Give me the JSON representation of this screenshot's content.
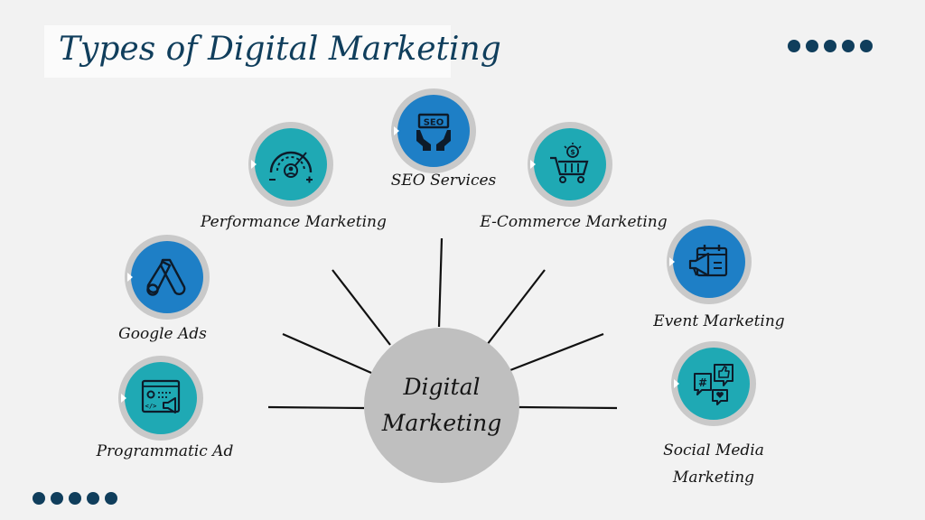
{
  "title": "Types of Digital Marketing",
  "hub": {
    "line1": "Digital",
    "line2": "Marketing"
  },
  "colors": {
    "teal": "#1fa9b4",
    "blue": "#1e7fc6",
    "navy": "#103e5c",
    "ring": "#c9c9c9",
    "hub": "#bfbfbf"
  },
  "nodes": [
    {
      "label": "SEO Services",
      "icon": "seo-hands-icon"
    },
    {
      "label": "Performance Marketing",
      "icon": "gauge-icon"
    },
    {
      "label": "E-Commerce Marketing",
      "icon": "shopping-cart-icon"
    },
    {
      "label": "Google Ads",
      "icon": "google-ads-icon"
    },
    {
      "label": "Event Marketing",
      "icon": "megaphone-calendar-icon"
    },
    {
      "label": "Programmatic Ad",
      "icon": "ad-dashboard-icon"
    },
    {
      "label": "Social Media",
      "label2": "Marketing",
      "icon": "social-chat-icon"
    }
  ]
}
